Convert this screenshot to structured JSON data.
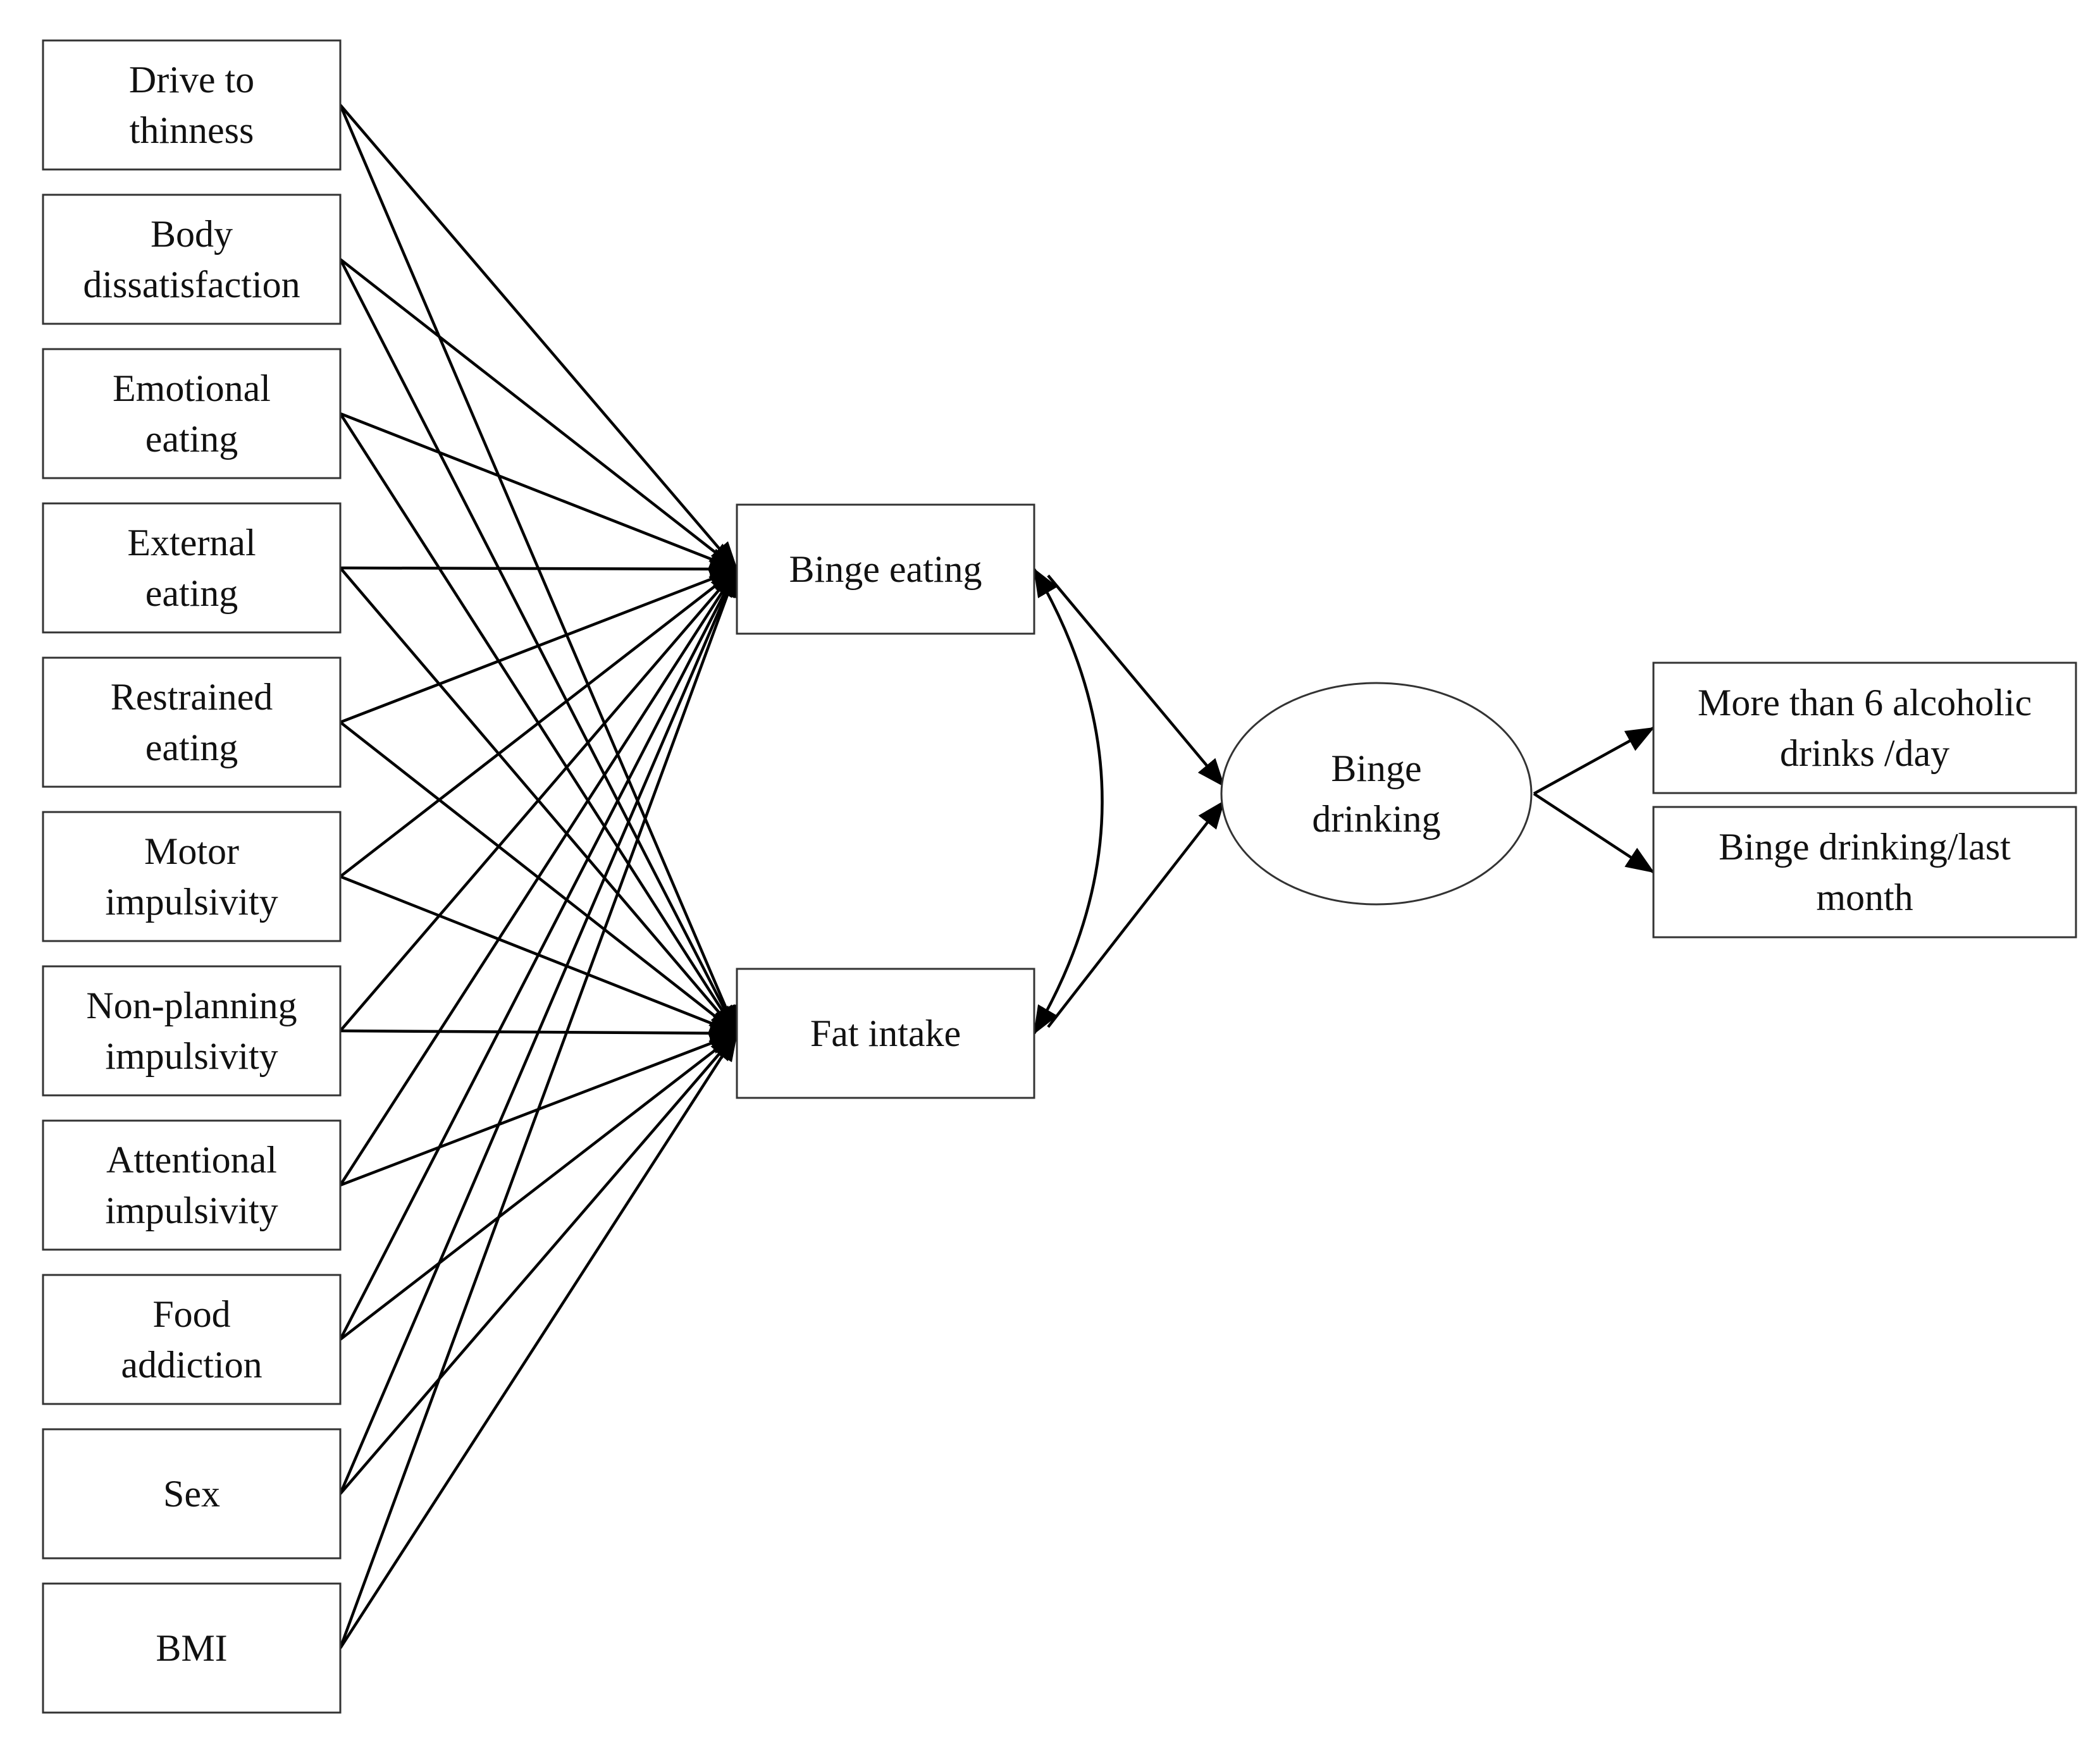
{
  "predictors": [
    {
      "id": "drive_to_thinness",
      "lines": [
        "Drive to",
        "thinness"
      ]
    },
    {
      "id": "body_dissatisfaction",
      "lines": [
        "Body",
        "dissatisfaction"
      ]
    },
    {
      "id": "emotional_eating",
      "lines": [
        "Emotional",
        "eating"
      ]
    },
    {
      "id": "external_eating",
      "lines": [
        "External",
        "eating"
      ]
    },
    {
      "id": "restrained_eating",
      "lines": [
        "Restrained",
        "eating"
      ]
    },
    {
      "id": "motor_impulsivity",
      "lines": [
        "Motor",
        "impulsivity"
      ]
    },
    {
      "id": "non_planning_impulsivity",
      "lines": [
        "Non-planning",
        "impulsivity"
      ]
    },
    {
      "id": "attentional_impulsivity",
      "lines": [
        "Attentional",
        "impulsivity"
      ]
    },
    {
      "id": "food_addiction",
      "lines": [
        "Food",
        "addiction"
      ]
    },
    {
      "id": "sex",
      "lines": [
        "Sex"
      ]
    },
    {
      "id": "bmi",
      "lines": [
        "BMI"
      ]
    }
  ],
  "mediators": [
    {
      "id": "binge_eating",
      "label": "Binge eating"
    },
    {
      "id": "fat_intake",
      "label": "Fat intake"
    }
  ],
  "latent": {
    "id": "binge_drinking",
    "lines": [
      "Binge",
      "drinking"
    ]
  },
  "indicators": [
    {
      "id": "more_than_6_drinks",
      "lines": [
        "More than 6 alcoholic",
        "drinks /day"
      ]
    },
    {
      "id": "binge_drinking_last_month",
      "lines": [
        "Binge drinking/last",
        "month"
      ]
    }
  ],
  "edges": {
    "predictor_to_each_mediator": true,
    "mediator_covariance": [
      "binge_eating",
      "fat_intake"
    ],
    "mediators_to_latent": [
      "binge_eating",
      "fat_intake"
    ],
    "latent_to_indicators": [
      "more_than_6_drinks",
      "binge_drinking_last_month"
    ]
  }
}
